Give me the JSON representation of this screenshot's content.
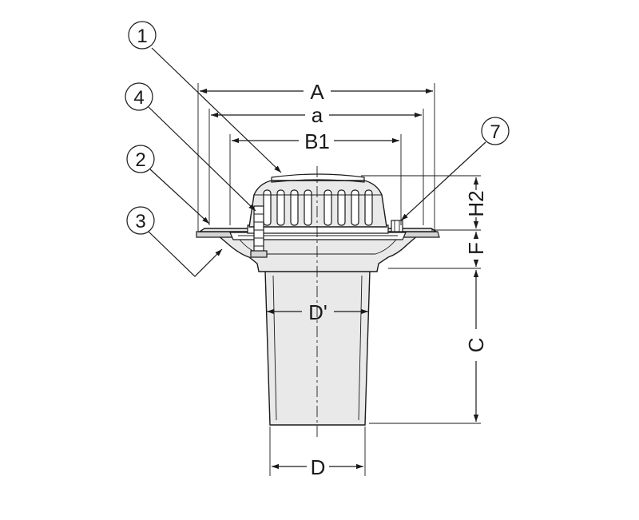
{
  "dimensions": {
    "A": "A",
    "a": "a",
    "B1": "B1",
    "H2": "H2",
    "F": "F",
    "C": "C",
    "D_inner": "D'",
    "D": "D"
  },
  "callouts": {
    "c1": "1",
    "c2": "2",
    "c3": "3",
    "c4": "4",
    "c7": "7"
  }
}
